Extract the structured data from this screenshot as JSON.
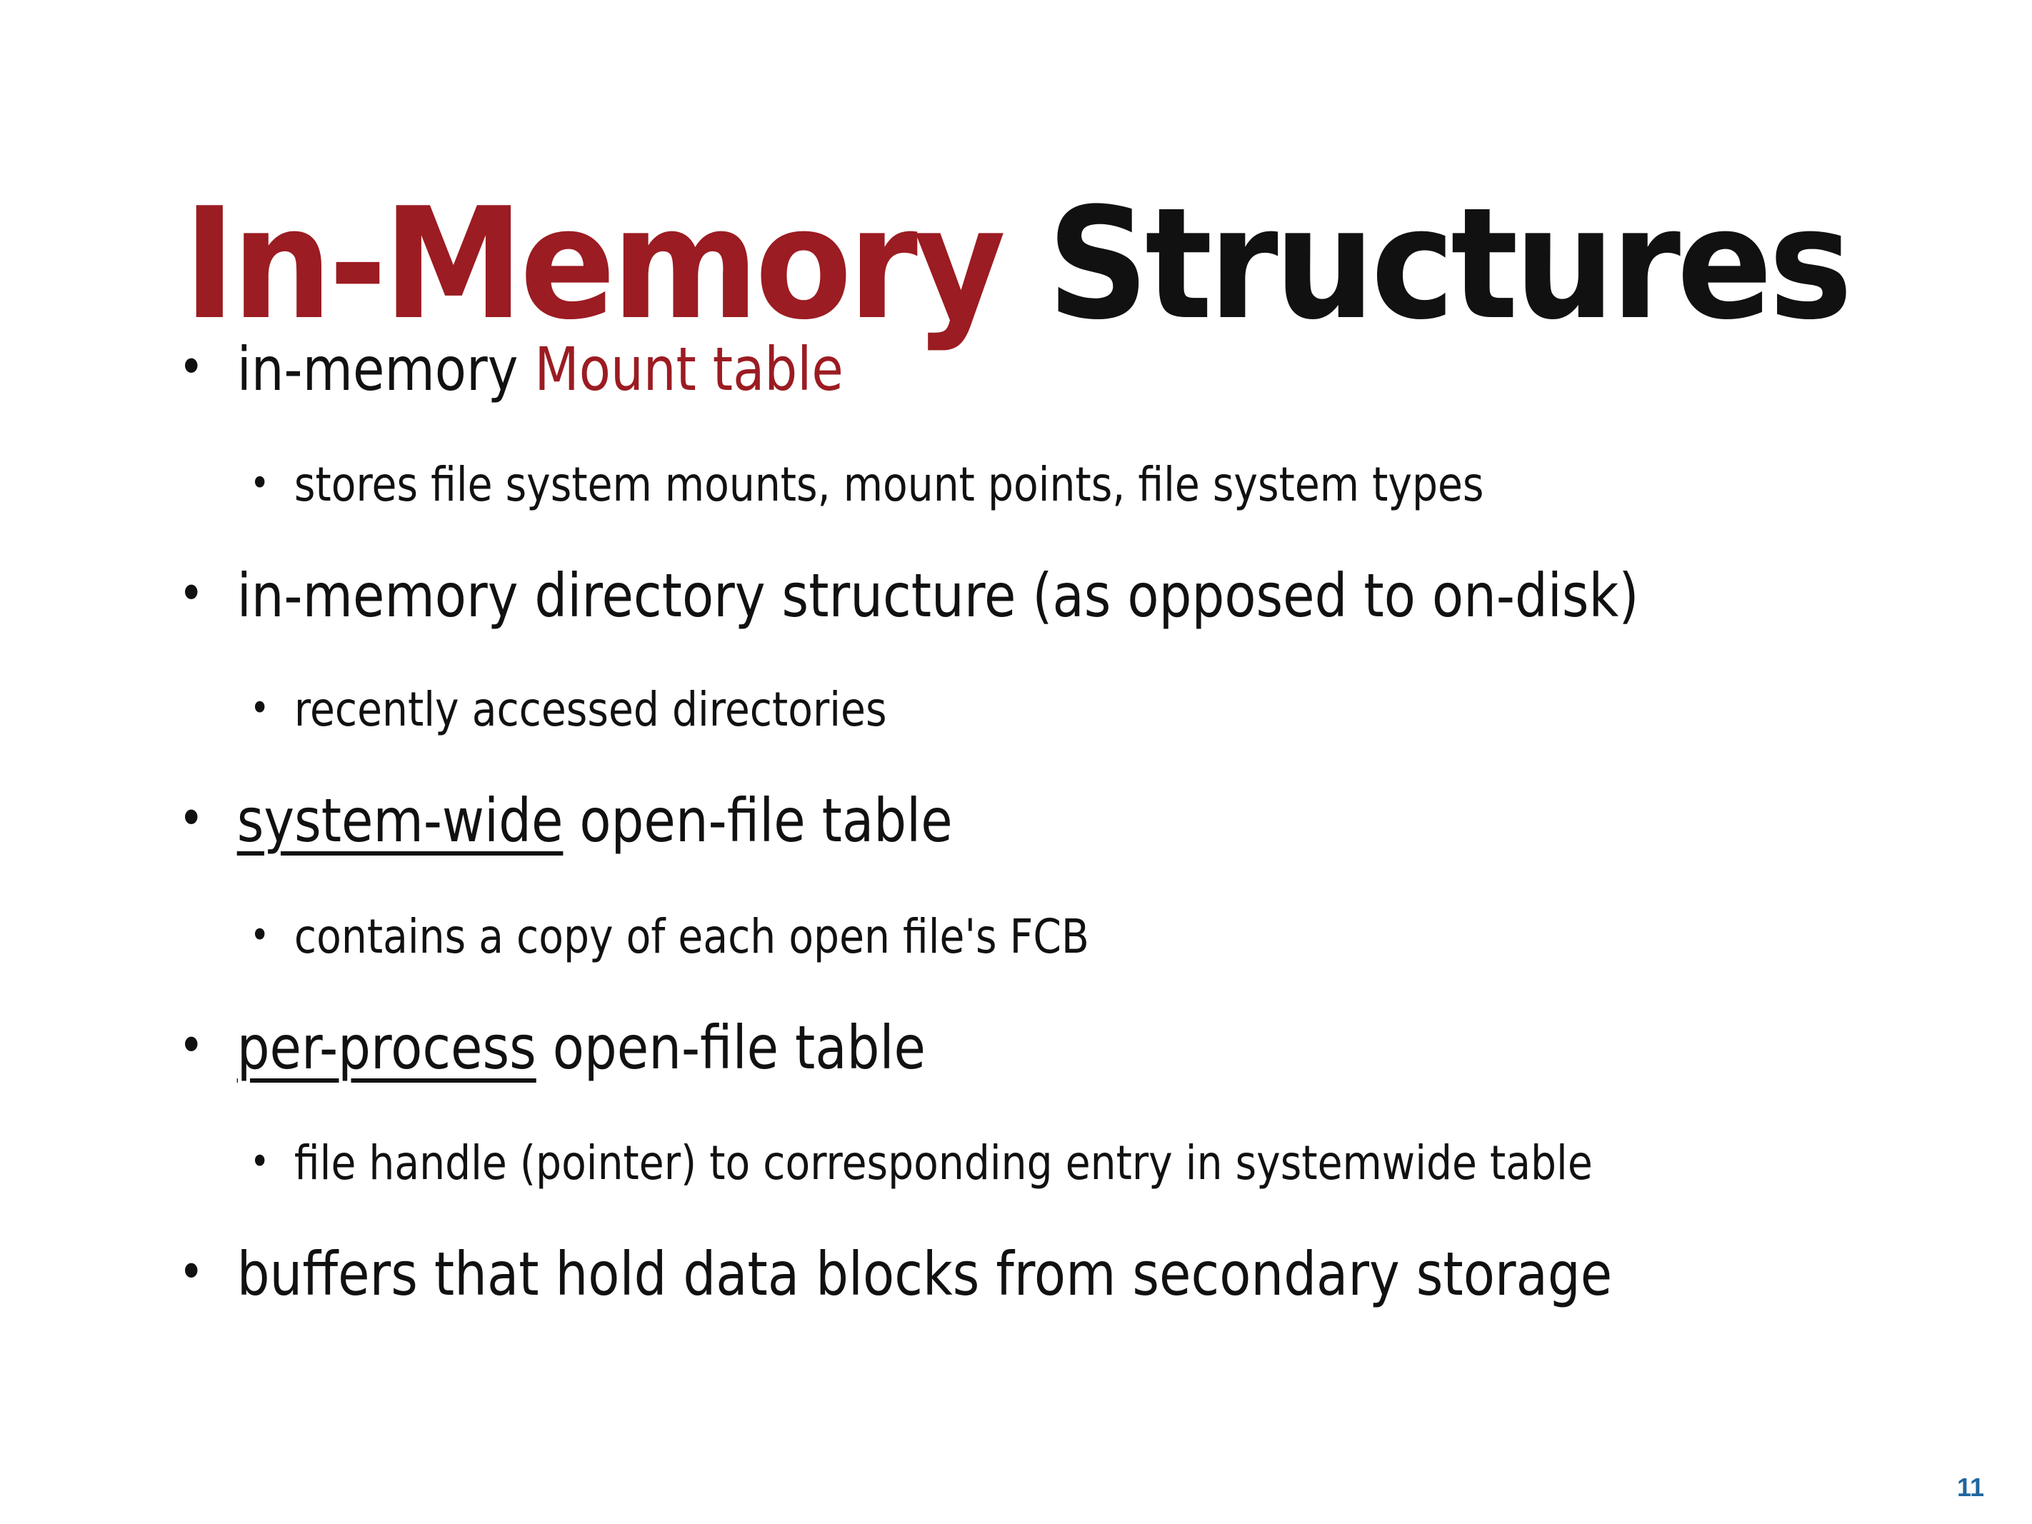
{
  "slide": {
    "title": {
      "accent": "In-Memory",
      "rest": "Structures"
    },
    "bullets": [
      {
        "level": 1,
        "prefix": "in-memory ",
        "highlight": "Mount table",
        "highlight_style": "accent-color"
      },
      {
        "level": 2,
        "text": "stores file system mounts, mount points, file system types"
      },
      {
        "level": 1,
        "text": "in-memory directory structure (as opposed to on-disk)"
      },
      {
        "level": 2,
        "text": "recently accessed directories"
      },
      {
        "level": 1,
        "underlined": "system-wide",
        "suffix": " open-file table"
      },
      {
        "level": 2,
        "text": "contains a copy of each open file's FCB"
      },
      {
        "level": 1,
        "underlined": "per-process",
        "suffix": " open-file table"
      },
      {
        "level": 2,
        "text": "file handle (pointer) to corresponding entry in systemwide table"
      },
      {
        "level": 1,
        "text": "buffers that hold data blocks from secondary storage"
      }
    ],
    "bullet_glyph": "•",
    "page_number": "11",
    "colors": {
      "accent": "#9b1c22",
      "text": "#111111",
      "page_number": "#1f66a0",
      "background": "#ffffff"
    }
  }
}
